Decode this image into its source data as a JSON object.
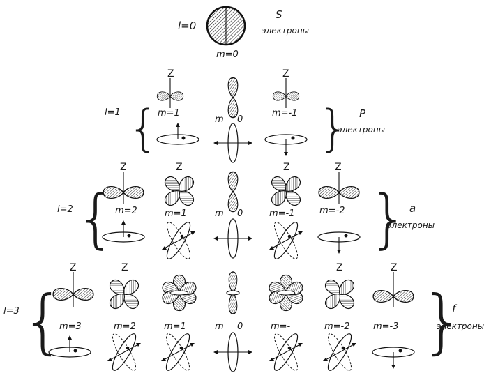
{
  "s_row": {
    "l": "l=0",
    "m": "m=0",
    "letter": "S",
    "word": "электроны"
  },
  "p_row": {
    "l": "l=1",
    "axis": [
      "Z",
      "Z"
    ],
    "m": [
      "m=1",
      "m",
      "0",
      "m=-1"
    ],
    "letter": "P",
    "word": "электроны"
  },
  "d_row": {
    "l": "l=2",
    "axis": [
      "Z",
      "Z",
      "Z",
      "Z"
    ],
    "m": [
      "m=2",
      "m=1",
      "m",
      "0",
      "m=-1",
      "m=-2"
    ],
    "letter": "a",
    "word": "электроны"
  },
  "f_row": {
    "l": "l=3",
    "axis": [
      "Z",
      "Z",
      "Z",
      "Z"
    ],
    "m": [
      "m=3",
      "m=2",
      "m=1",
      "m",
      "0",
      "m=-",
      "m=-2",
      "m=-3"
    ],
    "letter": "f",
    "word": "электроны"
  }
}
